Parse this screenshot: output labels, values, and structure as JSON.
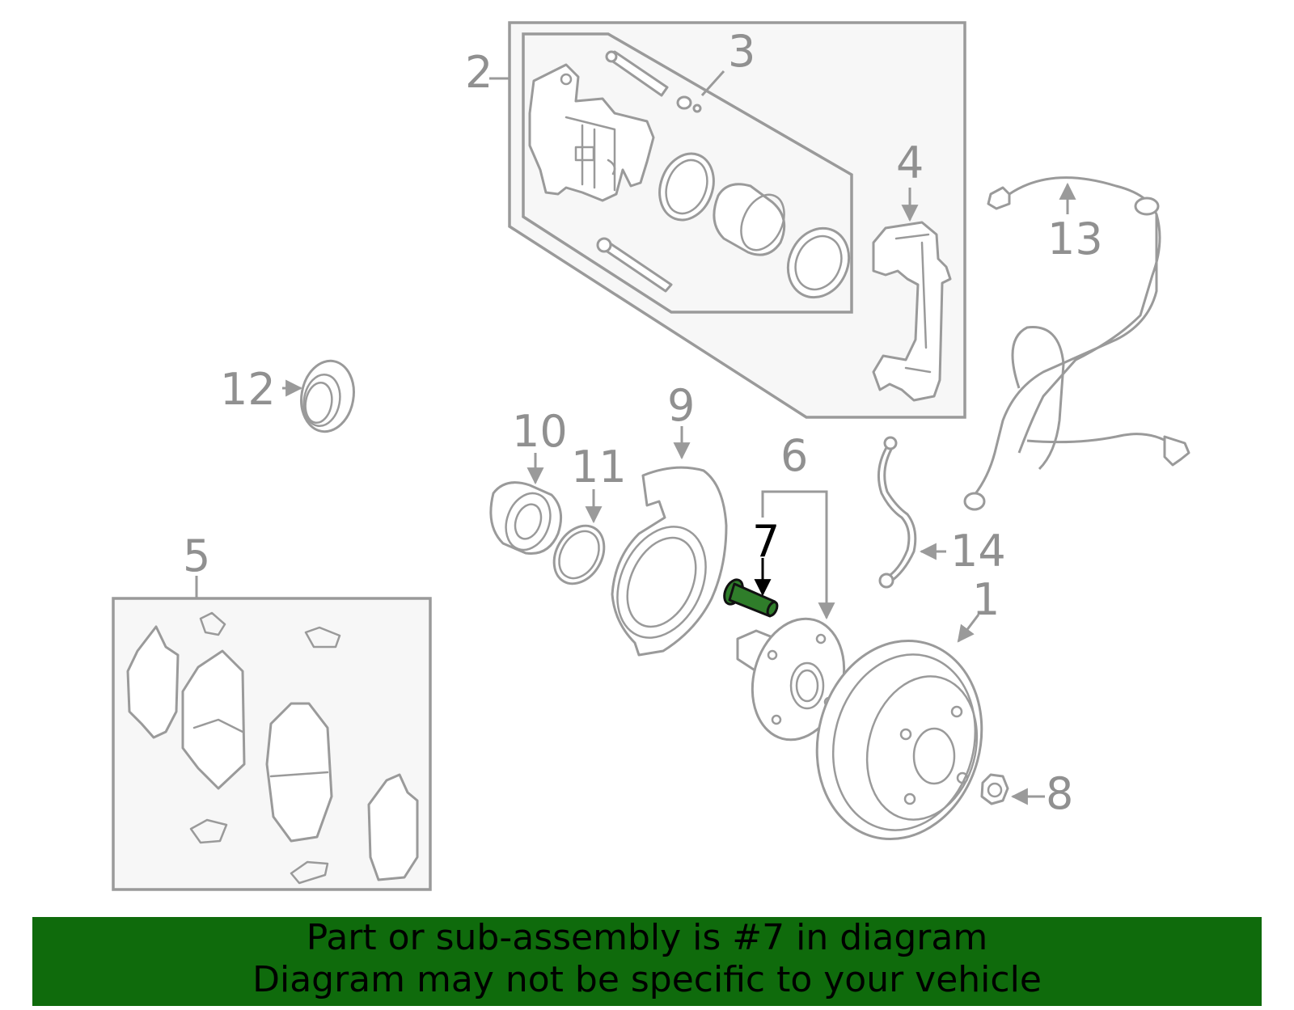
{
  "callouts": {
    "c1": "1",
    "c2": "2",
    "c3": "3",
    "c4": "4",
    "c5": "5",
    "c6": "6",
    "c7": "7",
    "c8": "8",
    "c9": "9",
    "c10": "10",
    "c11": "11",
    "c12": "12",
    "c13": "13",
    "c14": "14"
  },
  "highlight": {
    "part_number": "7",
    "color": "#2f7d2a"
  },
  "banner": {
    "line1": "Part or sub-assembly is #7 in diagram",
    "line2": "Diagram may not be specific to your vehicle",
    "background": "#0f6b0c"
  }
}
